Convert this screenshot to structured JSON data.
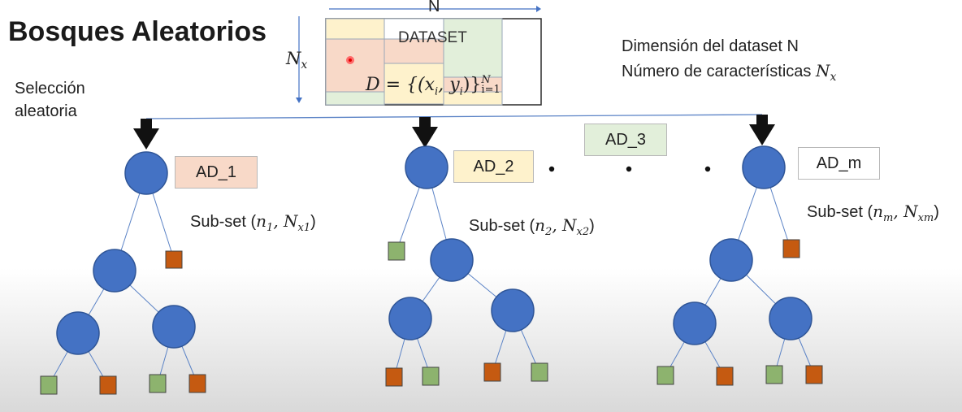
{
  "title": "Bosques Aleatorios",
  "selection_label": "Selección aleatoria",
  "dataset": {
    "label": "DATASET",
    "n_axis": "N",
    "nx_axis_var": "N",
    "nx_axis_sub": "x",
    "formula_prefix": "D = {(x",
    "formula_sub_i": "i",
    "formula_mid": ", y",
    "formula_end": ")}",
    "formula_sup": "N",
    "formula_lower": "i=1"
  },
  "dimension_text": "Dimensión del dataset N",
  "features_text_prefix": "Número de características ",
  "features_var": "N",
  "features_sub": "x",
  "trees": [
    {
      "ad_label": "AD_1",
      "sub_prefix": "Sub-set (",
      "n": "n",
      "n_sub": "1",
      "nx": "N",
      "nx_sub": "x1",
      "sub_suffix": ")"
    },
    {
      "ad_label": "AD_2",
      "sub_prefix": "Sub-set (",
      "n": "n",
      "n_sub": "2",
      "nx": "N",
      "nx_sub": "x2",
      "sub_suffix": ")"
    },
    {
      "ad_label": "AD_3"
    },
    {
      "ad_label": "AD_m",
      "sub_prefix": "Sub-set (",
      "n": "n",
      "n_sub": "m",
      "nx": "N",
      "nx_sub": "xm",
      "sub_suffix": ")"
    }
  ],
  "colors": {
    "node": "#4472c4",
    "node_stroke": "#2f5597",
    "leaf_orange": "#c55a11",
    "leaf_green": "#8db36e",
    "ad1_bg": "#f8d9c8",
    "ad2_bg": "#fef2cc",
    "ad3_bg": "#e2efda",
    "adm_bg": "#ffffff",
    "arrow": "#111111",
    "line": "#5b83c6"
  }
}
